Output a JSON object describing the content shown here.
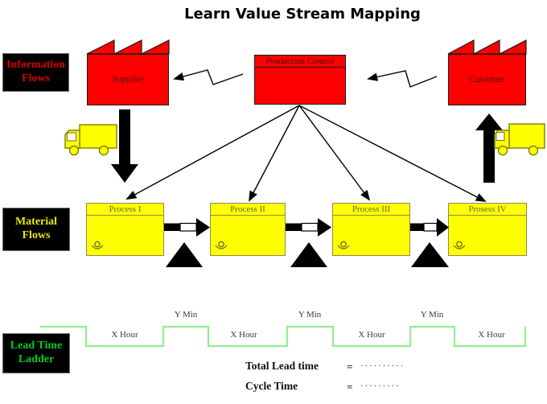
{
  "title": "Learn Value Stream Mapping",
  "side_labels": {
    "information_flows": "Information Flows",
    "material_flows": "Material Flows",
    "lead_time_ladder": "Lead Time Ladder"
  },
  "entities": {
    "supplier": "Supplier",
    "production_control": "Production Control",
    "customer": "Customer"
  },
  "processes": [
    "Process I",
    "Process II",
    "Process III",
    "Prosess IV"
  ],
  "ladder": {
    "x_hour_labels": [
      "X Hour",
      "X Hour",
      "X Hour",
      "X Hour"
    ],
    "y_min_labels": [
      "Y Min",
      "Y Min",
      "Y Min"
    ]
  },
  "summary": {
    "total_lead_time": {
      "label": "Total Lead time",
      "eq": "=",
      "value": "··········"
    },
    "cycle_time": {
      "label": "Cycle Time",
      "eq": "=",
      "value": "·········"
    }
  },
  "icons": {
    "factory_roof": "sawtooth-roof-icon",
    "truck": "delivery-truck-icon",
    "shipment_arrow": "thick-block-arrow-icon",
    "information_arrow": "zigzag-lightning-arrow-icon",
    "schedule_arrow": "straight-arrow-icon",
    "push_arrow": "striped-push-arrow-icon",
    "inventory": "black-triangle-icon",
    "operator": "operator-icon"
  },
  "colors": {
    "box_red": "#ff0000",
    "box_yellow": "#ffff00",
    "ladder_line_green": "#90ee90",
    "label_green": "#00cc22",
    "label_red": "#d40000",
    "label_yellow": "#e8e800",
    "panel_black": "#000000"
  }
}
